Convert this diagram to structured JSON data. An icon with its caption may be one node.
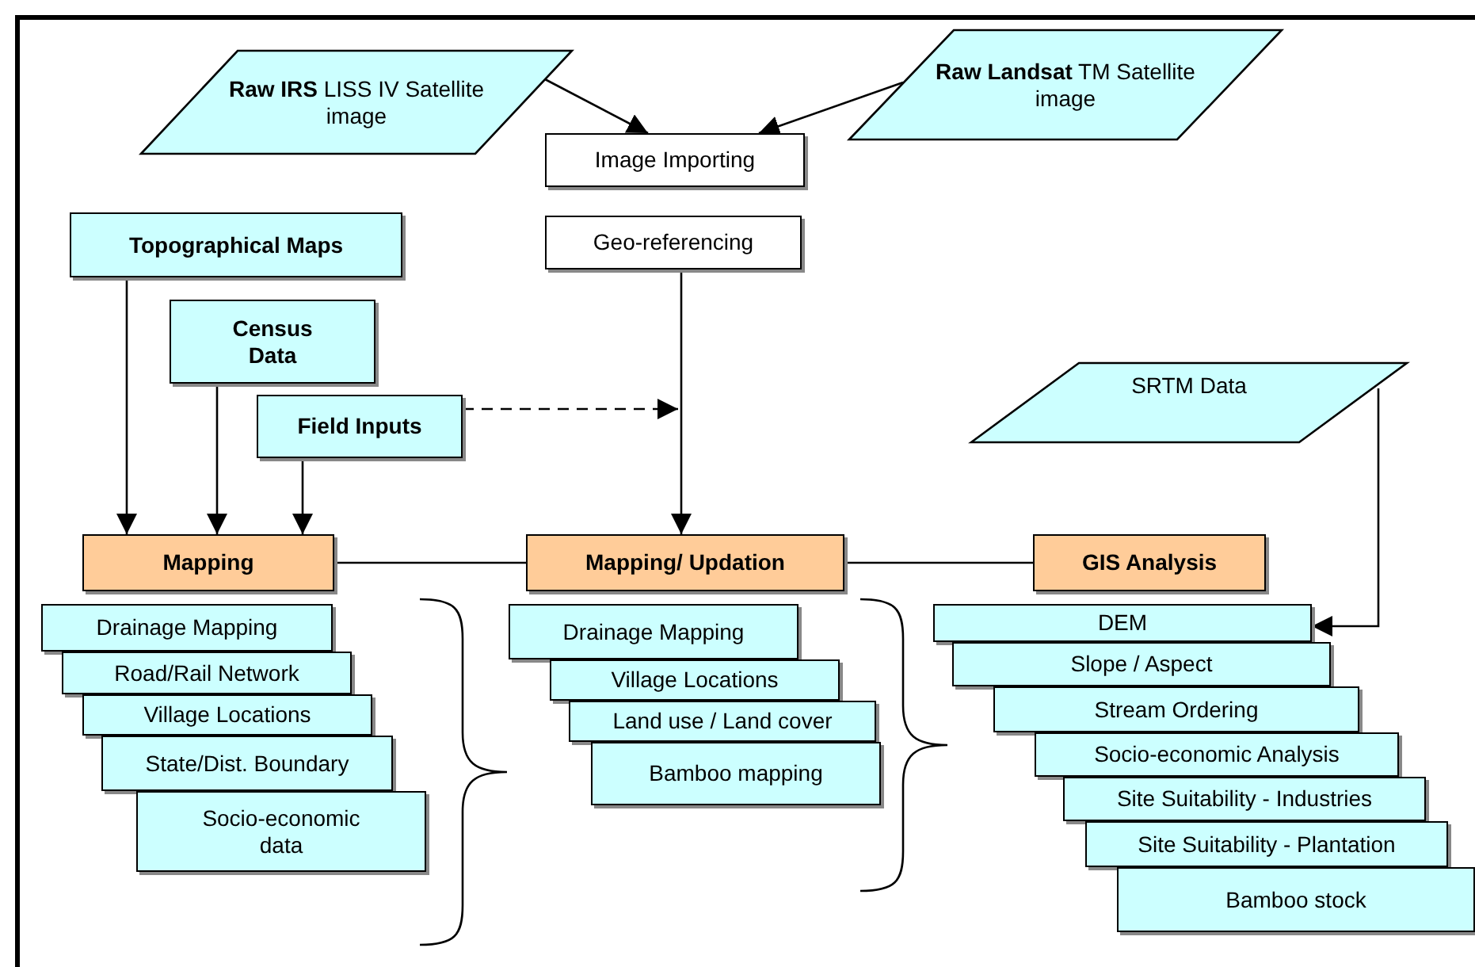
{
  "diagram": {
    "nodes": [
      {
        "text": [
          "**Raw IRS** LISS IV Satellite image"
        ]
      },
      {
        "text": [
          "**Raw Landsat** TM Satellite image"
        ]
      },
      {
        "text": [
          "Image Importing"
        ]
      },
      {
        "text": [
          "Geo-referencing"
        ]
      },
      {
        "text": [
          "Topographical Maps"
        ]
      },
      {
        "text": [
          "Census Data"
        ]
      },
      {
        "text": [
          "Field Inputs"
        ]
      },
      {
        "text": [
          "SRTM Data"
        ]
      },
      {
        "text": [
          "Mapping"
        ]
      },
      {
        "text": [
          "Mapping/ Updation"
        ]
      },
      {
        "text": [
          "GIS Analysis"
        ]
      },
      {
        "text": [
          "Drainage Mapping"
        ]
      },
      {
        "text": [
          "Road/Rail Network"
        ]
      },
      {
        "text": [
          "Village Locations"
        ]
      },
      {
        "text": [
          "State/Dist. Boundary"
        ]
      },
      {
        "text": [
          "Socio-economic data"
        ]
      },
      {
        "text": [
          "Drainage Mapping"
        ]
      },
      {
        "text": [
          "Village Locations"
        ]
      },
      {
        "text": [
          "Land use / Land cover"
        ]
      },
      {
        "text": [
          "Bamboo mapping"
        ]
      },
      {
        "text": [
          "DEM"
        ]
      },
      {
        "text": [
          "Slope / Aspect"
        ]
      },
      {
        "text": [
          "Stream Ordering"
        ]
      },
      {
        "text": [
          "Socio-economic Analysis"
        ]
      },
      {
        "text": [
          "Site Suitability - Industries"
        ]
      },
      {
        "text": [
          "Site Suitability - Plantation"
        ]
      },
      {
        "text": [
          "Bamboo stock"
        ]
      }
    ],
    "edges": [
      {
        "from": 0,
        "to": 2,
        "arrow": "to"
      },
      {
        "from": 1,
        "to": 2,
        "arrow": "to"
      },
      {
        "from": 3,
        "to": 9,
        "arrow": "to"
      },
      {
        "from": 4,
        "to": 8,
        "arrow": "to"
      },
      {
        "from": 5,
        "to": 8,
        "arrow": "to"
      },
      {
        "from": 6,
        "to": 8,
        "arrow": "to"
      },
      {
        "from": 6,
        "to": null,
        "arrow": "to",
        "style": "dashed"
      },
      {
        "from": 8,
        "to": 9,
        "arrow": "none"
      },
      {
        "from": 9,
        "to": 10,
        "arrow": "none"
      },
      {
        "from": 7,
        "to": 20,
        "arrow": "to"
      }
    ]
  }
}
